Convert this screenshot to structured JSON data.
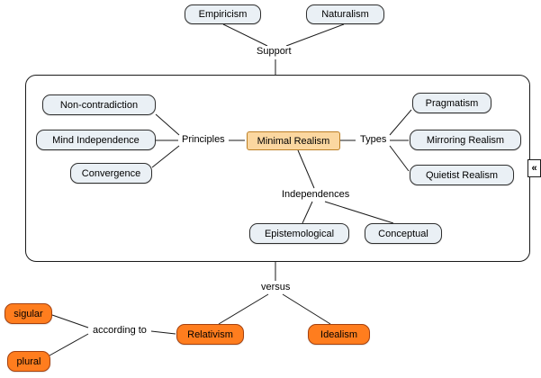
{
  "nodes": {
    "empiricism": "Empiricism",
    "naturalism": "Naturalism",
    "non_contradiction": "Non-contradiction",
    "mind_independence": "Mind Independence",
    "convergence": "Convergence",
    "minimal_realism": "Minimal Realism",
    "pragmatism": "Pragmatism",
    "mirroring_realism": "Mirroring Realism",
    "quietist_realism": "Quietist Realism",
    "epistemological": "Epistemological",
    "conceptual": "Conceptual",
    "relativism": "Relativism",
    "idealism": "Idealism",
    "sigular": "sigular",
    "plural": "plural"
  },
  "link_labels": {
    "support": "Support",
    "principles": "Principles",
    "types": "Types",
    "independences": "Independences",
    "versus": "versus",
    "according_to": "according to"
  },
  "controls": {
    "collapse": "«"
  },
  "colors": {
    "node_fill": "#eaf0f5",
    "node_border": "#2f2f2f",
    "focus_node_fill": "#fbd7a0",
    "focus_node_border": "#bc7f25",
    "accent_node_fill": "#ff7d1e",
    "accent_node_border": "#a5410e",
    "edge_line": "#1a1a1a"
  }
}
